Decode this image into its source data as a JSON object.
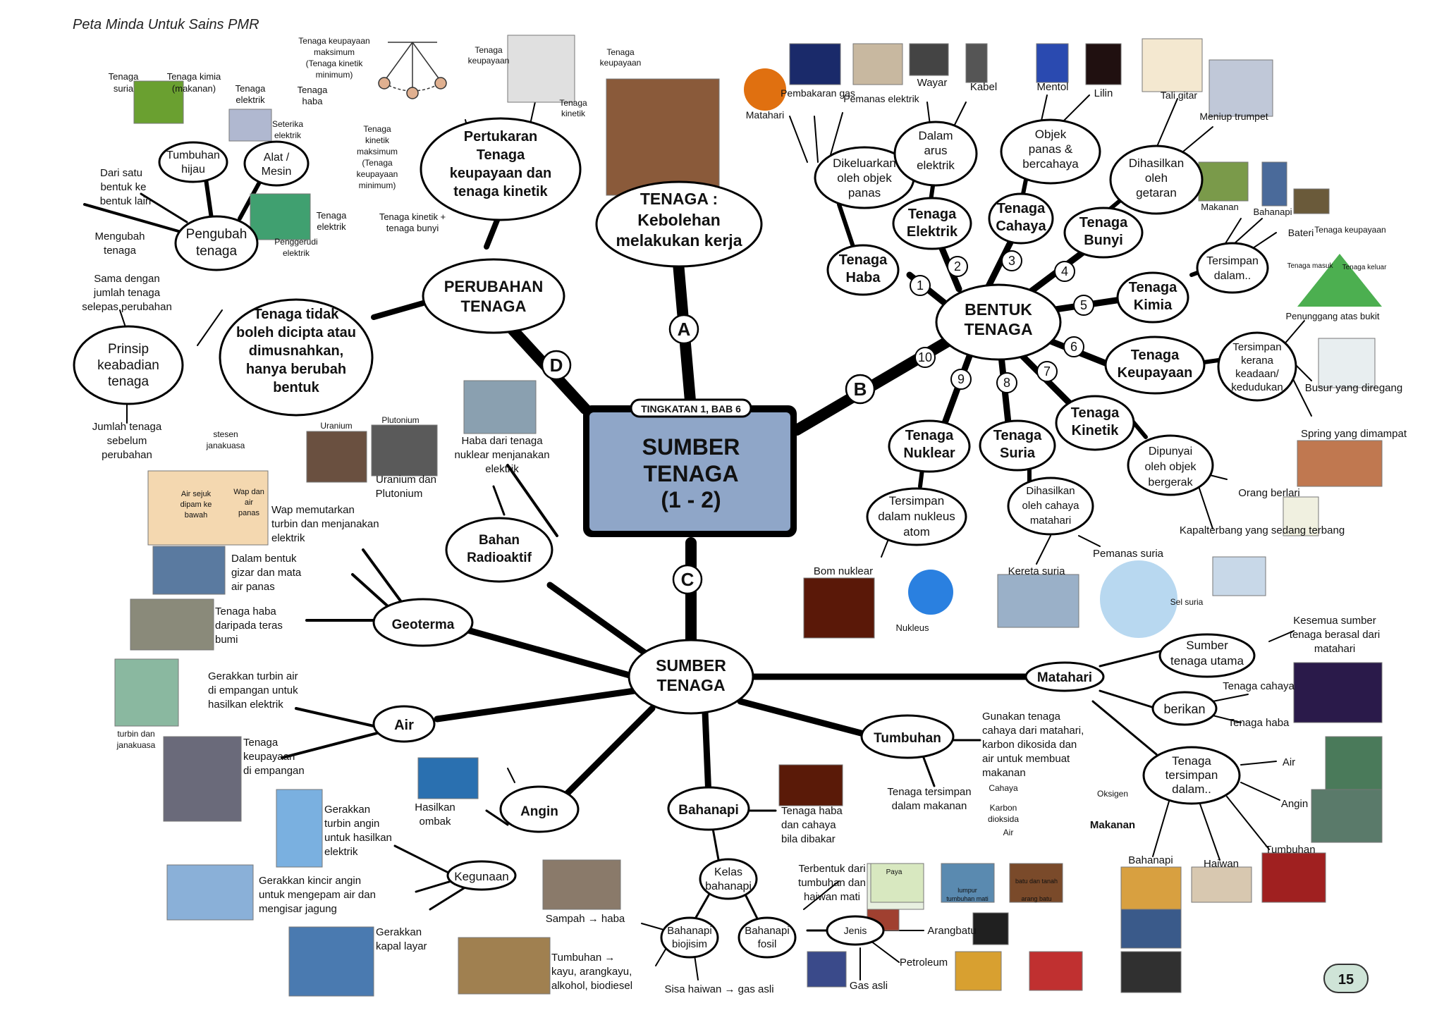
{
  "header": {
    "title": "Peta Minda Untuk Sains PMR"
  },
  "page_number": "15",
  "center": {
    "badge": "TINGKATAN 1, BAB 6",
    "title": [
      "SUMBER",
      "TENAGA",
      "(1 - 2)"
    ]
  },
  "branch_letters": [
    "A",
    "B",
    "C",
    "D"
  ],
  "A": {
    "node": [
      "TENAGA :",
      "Kebolehan",
      "melakukan kerja"
    ]
  },
  "B": {
    "node": [
      "BENTUK",
      "TENAGA"
    ],
    "forms": [
      {
        "num": "1",
        "label": [
          "Tenaga",
          "Haba"
        ]
      },
      {
        "num": "2",
        "label": [
          "Tenaga",
          "Elektrik"
        ]
      },
      {
        "num": "3",
        "label": [
          "Tenaga",
          "Cahaya"
        ]
      },
      {
        "num": "4",
        "label": [
          "Tenaga",
          "Bunyi"
        ]
      },
      {
        "num": "5",
        "label": [
          "Tenaga",
          "Kimia"
        ]
      },
      {
        "num": "6",
        "label": [
          "Tenaga",
          "Keupayaan"
        ]
      },
      {
        "num": "7",
        "label": [
          "Tenaga",
          "Kinetik"
        ]
      },
      {
        "num": "8",
        "label": [
          "Tenaga",
          "Suria"
        ]
      },
      {
        "num": "9",
        "label": [
          "Tenaga",
          "Nuklear"
        ]
      },
      {
        "num": "10",
        "label": []
      }
    ],
    "haba": {
      "node": [
        "Dikeluarkan",
        "oleh objek",
        "panas"
      ],
      "items": [
        "Matahari",
        "Pembakaran gas",
        "Pemanas elektrik"
      ]
    },
    "elektrik": {
      "node": [
        "Dalam",
        "arus",
        "elektrik"
      ],
      "items": [
        "Wayar",
        "Kabel"
      ]
    },
    "cahaya": {
      "node": [
        "Objek",
        "panas &",
        "bercahaya"
      ],
      "items": [
        "Mentol",
        "Lilin"
      ]
    },
    "bunyi": {
      "node": [
        "Dihasilkan",
        "oleh",
        "getaran"
      ],
      "items": [
        "Tali gitar",
        "Meniup trumpet"
      ]
    },
    "kimia": {
      "node": [
        "Tersimpan",
        "dalam.."
      ],
      "items": [
        "Makanan",
        "Bahanapi",
        "Bateri"
      ],
      "extra": [
        "Tenaga keupayaan",
        "Tenaga masuk",
        "Tenaga keluar",
        "Penunggang atas bukit"
      ]
    },
    "keupayaan": {
      "node": [
        "Tersimpan",
        "kerana",
        "keadaan/",
        "kedudukan"
      ],
      "items": [
        "Busur yang diregang",
        "Spring yang dimampat"
      ]
    },
    "kinetik": {
      "node": [
        "Dipunyai",
        "oleh objek",
        "bergerak"
      ],
      "items": [
        "Orang berlari",
        "Kapalterbang yang sedang terbang"
      ]
    },
    "suria": {
      "node": [
        "Dihasilkan",
        "oleh cahaya",
        "matahari"
      ],
      "items": [
        "Pemanas suria",
        "Kereta suria",
        "Sel suria"
      ]
    },
    "nuklear": {
      "node": [
        "Tersimpan",
        "dalam nukleus",
        "atom"
      ],
      "items": [
        "Nukleus",
        "Bom nuklear"
      ]
    }
  },
  "C": {
    "node": [
      "SUMBER",
      "TENAGA"
    ],
    "matahari": {
      "label": "Matahari",
      "utama": [
        "Sumber",
        "tenaga utama"
      ],
      "utama_note": [
        "Kesemua sumber",
        "tenaga berasal dari",
        "matahari"
      ],
      "berikan": "berikan",
      "berikan_items": [
        "Tenaga cahaya",
        "Tenaga haba"
      ],
      "tersimpan": [
        "Tenaga",
        "tersimpan",
        "dalam.."
      ],
      "tersimpan_items": [
        "Air",
        "Angin",
        "Tumbuhan",
        "Haiwan",
        "Bahanapi"
      ]
    },
    "tumbuhan": {
      "label": "Tumbuhan",
      "note": [
        "Gunakan tenaga",
        "cahaya dari matahari,",
        "karbon dikosida dan",
        "air untuk membuat",
        "makanan"
      ],
      "note_b": [
        "Tenaga tersimpan",
        "dalam makanan"
      ],
      "leaf_labels": [
        "Cahaya",
        "Oksigen",
        "Karbon",
        "dioksida",
        "Air",
        "Makanan"
      ]
    },
    "bahanapi": {
      "label": "Bahanapi",
      "note": [
        "Tenaga haba",
        "dan cahaya",
        "bila dibakar"
      ],
      "kelas": [
        "Kelas",
        "bahanapi"
      ],
      "biojisim": [
        "Bahanapi",
        "biojisim"
      ],
      "biojisim_items": [
        "Sampah → haba",
        "Tumbuhan →",
        "kayu, arangkayu,",
        "alkohol, biodiesel",
        "Sisa haiwan → gas asli"
      ],
      "fosil": [
        "Bahanapi",
        "fosil"
      ],
      "fosil_note": [
        "Terbentuk dari",
        "tumbuhan dan",
        "haiwan mati"
      ],
      "fossil_strip": [
        "Paya",
        "lumpur",
        "tumbuhan mati",
        "batu dan tanah",
        "arang batu"
      ],
      "jenis": "Jenis",
      "jenis_items": [
        "Arangbatu",
        "Petroleum",
        "Gas asli"
      ]
    },
    "angin": {
      "label": "Angin",
      "b": [
        "Hasilkan",
        "ombak"
      ],
      "kegunaan": "Kegunaan",
      "kegunaan_items": [
        [
          "Gerakkan",
          "turbin angin",
          "untuk hasilkan",
          "elektrik"
        ],
        [
          "Gerakkan kincir angin",
          "untuk mengepam air  dan",
          "mengisar jagung"
        ],
        [
          "Gerakkan",
          "kapal  layar"
        ]
      ]
    },
    "air": {
      "label": "Air",
      "b": [
        "Gerakkan turbin air",
        "di empangan untuk",
        "hasilkan elektrik"
      ],
      "b_caption": [
        "turbin dan",
        "janakuasa"
      ],
      "a": [
        "Tenaga",
        "keupayaan",
        "di empangan"
      ]
    },
    "geoterma": {
      "label": "Geoterma",
      "a": [
        "Tenaga haba",
        "daripada teras",
        "bumi"
      ],
      "b": [
        "Dalam bentuk",
        "gizar dan mata",
        "air panas"
      ],
      "c": [
        "Wap memutarkan",
        "turbin dan menjanakan",
        "elektrik"
      ],
      "diagram": [
        "stesen",
        "janakuasa",
        "Air sejuk",
        "dipam ke",
        "bawah",
        "Wap dan",
        "air",
        "panas"
      ]
    },
    "radioaktif": {
      "label": [
        "Bahan",
        "Radioaktif"
      ],
      "a": [
        "Uranium dan",
        "Plutonium"
      ],
      "a_imgs": [
        "Uranium",
        "Plutonium"
      ],
      "b": [
        "Haba dari tenaga",
        "nuklear  menjanakan",
        "elektrik"
      ]
    }
  },
  "D": {
    "node": [
      "PERUBAHAN",
      "TENAGA"
    ],
    "law": [
      "Tenaga tidak",
      "boleh dicipta atau",
      "dimusnahkan,",
      "hanya berubah",
      "bentuk"
    ],
    "prinsip": [
      "Prinsip",
      "keabadian",
      "tenaga"
    ],
    "prinsip_top": [
      "Sama dengan",
      "jumlah tenaga",
      "selepas perubahan"
    ],
    "prinsip_bottom": [
      "Jumlah tenaga",
      "sebelum",
      "perubahan"
    ],
    "pengubah": [
      "Pengubah",
      "tenaga"
    ],
    "pengubah_items": [
      [
        "Mengubah",
        "tenaga"
      ],
      [
        "Dari satu",
        "bentuk  ke",
        "bentuk lain"
      ]
    ],
    "tumbuhan_hijau": [
      "Tumbuhan",
      "hijau"
    ],
    "tumbuhan_note": [
      "Tenaga",
      "suria",
      "Tenaga kimia",
      "(makanan)"
    ],
    "alat": [
      "Alat /",
      "Mesin"
    ],
    "seterika": [
      "Tenaga",
      "elektrik",
      "Tenaga",
      "haba",
      "Seterika",
      "elektrik"
    ],
    "gerudi": [
      "Tenaga",
      "elektrik",
      "Tenaga kinetik +",
      "tenaga bunyi",
      "Penggerudi",
      "elektrik"
    ],
    "pertukaran": [
      "Pertukaran",
      "Tenaga",
      "keupayaan dan",
      "tenaga kinetik"
    ],
    "pendulum": [
      "Tenaga keupayaan",
      "maksimum",
      "(Tenaga kinetik",
      "minimum)",
      "Tenaga",
      "kinetik",
      "maksimum",
      "(Tenaga",
      "keupayaan",
      "minimum)"
    ],
    "bounce": [
      "Tenaga",
      "keupayaan",
      "Tenaga",
      "keupayaan",
      "Tenaga",
      "kinetik"
    ]
  },
  "colors": {
    "line": "#000000",
    "node_fill": "#ffffff",
    "center_bg": "#8fa6c8",
    "badge": "#ffffff",
    "page_num_bg": "#cfe4d7"
  }
}
